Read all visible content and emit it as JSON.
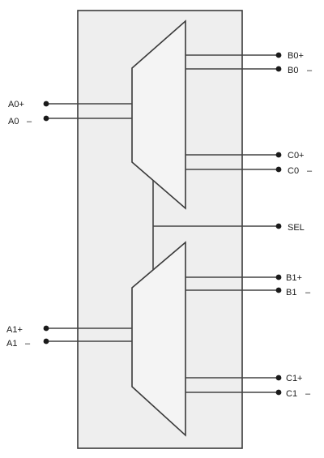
{
  "pins": {
    "a0_plus": "A0+",
    "a0_minus": "A0",
    "a1_plus": "A1+",
    "a1_minus": "A1",
    "b0_plus": "B0+",
    "b0_minus": "B0",
    "c0_plus": "C0+",
    "c0_minus": "C0",
    "sel": "SEL",
    "b1_plus": "B1+",
    "b1_minus": "B1",
    "c1_plus": "C1+",
    "c1_minus": "C1"
  },
  "minus_mark": "–"
}
